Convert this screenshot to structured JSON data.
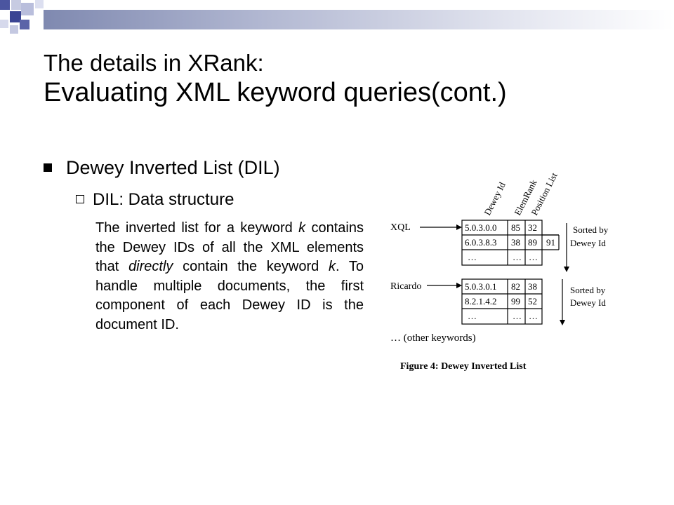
{
  "slide": {
    "title_line1": "The details in XRank:",
    "title_line2": "Evaluating XML keyword queries(cont.)",
    "bullet1": "Dewey Inverted List (DIL)",
    "bullet2": "DIL: Data structure",
    "paragraph": {
      "p1": "The inverted list for a keyword ",
      "k1": "k",
      "p2": " contains the Dewey IDs of all the XML elements that ",
      "directly": "directly",
      "p3": " contain the keyword ",
      "k2": "k",
      "p4": ". To handle multiple documents, the first component of each Dewey ID is the document ID."
    }
  },
  "figure": {
    "col_headers": [
      "Dewey Id",
      "ElemRank",
      "Position List"
    ],
    "lists": [
      {
        "keyword": "XQL",
        "rows": [
          [
            "5.0.3.0.0",
            "85",
            "32",
            ""
          ],
          [
            "6.0.3.8.3",
            "38",
            "89",
            "91"
          ],
          [
            "…",
            "…",
            "…",
            ""
          ]
        ],
        "sorted_line1": "Sorted by",
        "sorted_line2": "Dewey Id"
      },
      {
        "keyword": "Ricardo",
        "rows": [
          [
            "5.0.3.0.1",
            "82",
            "38",
            ""
          ],
          [
            "8.2.1.4.2",
            "99",
            "52",
            ""
          ],
          [
            "…",
            "…",
            "…",
            ""
          ]
        ],
        "sorted_line1": "Sorted by",
        "sorted_line2": "Dewey Id"
      }
    ],
    "other_keywords": "… (other keywords)",
    "caption": "Figure 4: Dewey Inverted List"
  }
}
